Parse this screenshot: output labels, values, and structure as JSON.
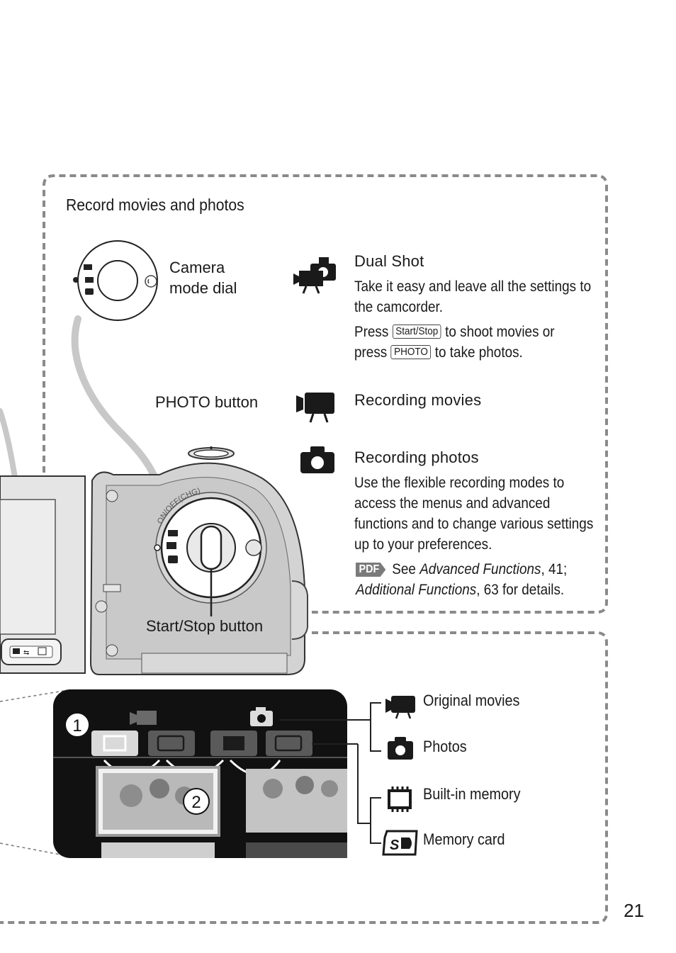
{
  "section_title": "Record movies and photos",
  "camera_mode_dial_label": "Camera mode dial",
  "photo_button_label": "PHOTO button",
  "start_stop_button_label": "Start/Stop button",
  "dial_ring_text": "ON/OFF(CHG)",
  "modes": [
    {
      "icon": "dual-shot-icon",
      "heading": "Dual Shot",
      "body": [
        "Take it easy and leave all the settings to",
        "the camcorder."
      ],
      "press_line_1_prefix": "Press",
      "press_line_1_key": "Start/Stop",
      "press_line_1_suffix": "to shoot movies or",
      "press_line_2_prefix": "press",
      "press_line_2_key": "PHOTO",
      "press_line_2_suffix": "to take photos."
    },
    {
      "icon": "movie-camera-icon",
      "heading": "Recording movies"
    },
    {
      "icon": "photo-camera-icon",
      "heading": "Recording photos",
      "body": [
        "Use the flexible recording modes to",
        "access the menus and advanced",
        "functions and to change various settings",
        "up to your preferences."
      ],
      "pdf_badge": "PDF",
      "see_prefix": "See",
      "see_ref1": "Advanced Functions",
      "see_ref1_page": ", 41;",
      "see_ref2": "Additional Functions",
      "see_ref2_suffix": ", 63 for details."
    }
  ],
  "step_markers": [
    "1",
    "2"
  ],
  "legend": [
    {
      "icon": "movie-camera-icon",
      "label": "Original movies"
    },
    {
      "icon": "photo-camera-icon",
      "label": "Photos"
    },
    {
      "icon": "built-in-memory-icon",
      "label": "Built-in memory"
    },
    {
      "icon": "sd-card-icon",
      "label": "Memory card"
    }
  ],
  "page_number": "21",
  "colors": {
    "frame": "#8a8a8a",
    "screen_bg": "#111111",
    "tab_active": "#d9d9d9",
    "tab_inactive": "#5a5a5a"
  }
}
